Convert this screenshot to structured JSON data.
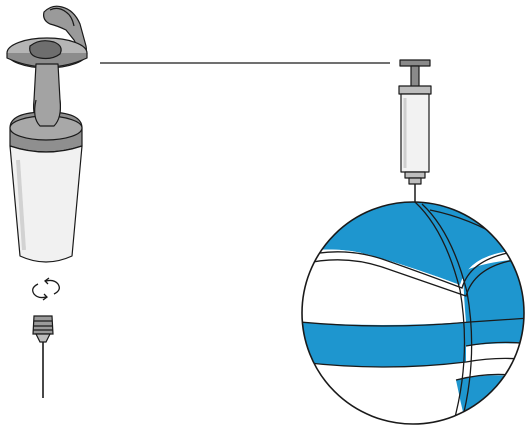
{
  "diagram": {
    "components": [
      {
        "id": "adapter-cap",
        "icon": "flip-cap-icon"
      },
      {
        "id": "adapter-body",
        "icon": "nozzle-adapter-icon"
      },
      {
        "id": "rotate-indicator",
        "icon": "rotate-arrows-icon"
      },
      {
        "id": "inflation-needle",
        "icon": "needle-icon"
      },
      {
        "id": "hand-pump",
        "icon": "syringe-pump-icon"
      },
      {
        "id": "ball",
        "icon": "basketball-icon"
      }
    ],
    "connector": {
      "from": "adapter-cap",
      "to": "hand-pump",
      "style": "line"
    }
  },
  "colors": {
    "outline": "#1a1a1a",
    "cap_gray": "#9a9a9a",
    "cap_dark": "#6e6e6e",
    "body_light": "#f1f1f1",
    "ball_panel": "#1e96cf",
    "ball_white": "#ffffff",
    "pump_metal": "#888888",
    "pump_barrel": "#f2f2f2"
  }
}
